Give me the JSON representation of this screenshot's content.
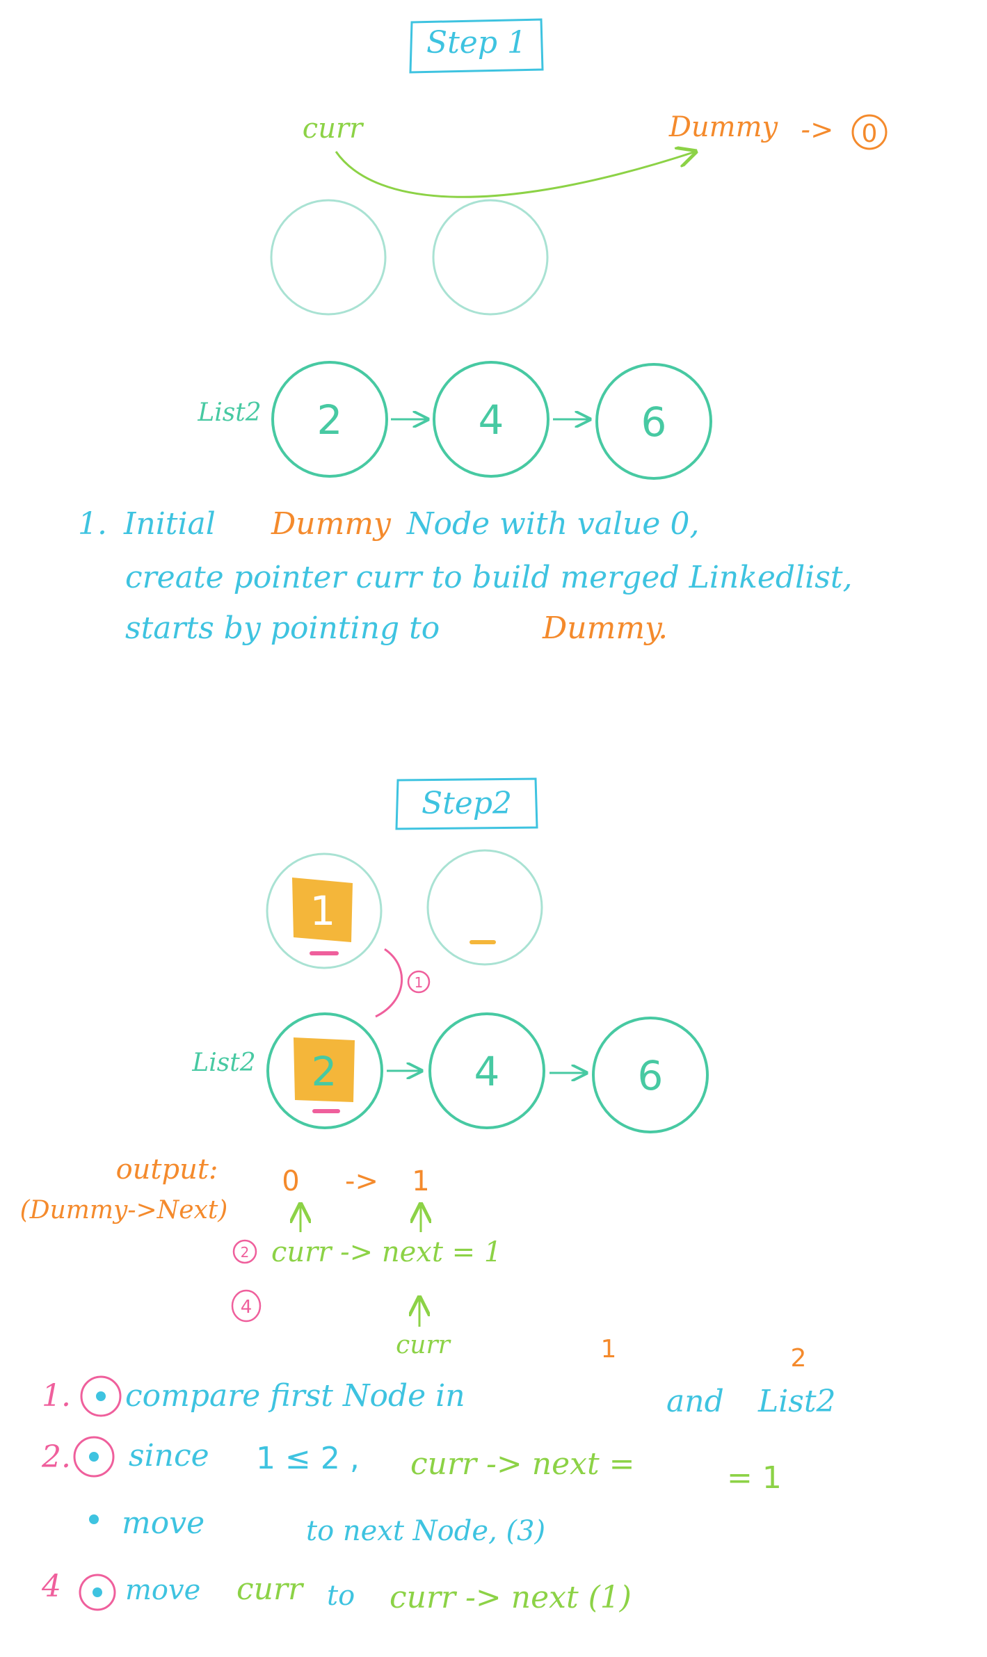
{
  "colors": {
    "blue": "#3ec3e0",
    "orange": "#f48a2c",
    "green": "#8cd246",
    "teal": "#47c9a2",
    "teal_light": "#a9e2d3",
    "pink": "#ef5f9c",
    "yellow": "#f4b63a"
  },
  "step1": {
    "title": "Step 1",
    "curr_label": "curr",
    "dummy_label": "Dummy",
    "dummy_arrow": "->",
    "dummy_value": "0",
    "list2_label": "List2",
    "list2_nodes": [
      "2",
      "4",
      "6"
    ],
    "note": {
      "n": "1.",
      "w_initial": "Initial",
      "w_dummy": "Dummy",
      "w_rest1": "Node with value 0,",
      "line2": "create pointer curr to build merged Linkedlist,",
      "w_starts": "starts by pointing to",
      "w_dummy2": "Dummy."
    }
  },
  "step2": {
    "title": "Step2",
    "list1_nodes": [
      "1",
      "-"
    ],
    "compare_mark": "1",
    "list2_label": "List2",
    "list2_nodes": [
      "2",
      "4",
      "6"
    ],
    "output_label": "output:",
    "dummy_next_label": "(Dummy->Next)",
    "output_values": [
      "0",
      "->",
      "1"
    ],
    "marker2": "2",
    "curr_next_text": "curr -> next = 1",
    "marker4": "4",
    "curr_below": "curr",
    "bullets": {
      "b1_num": "1.",
      "b1_text": "compare first Node in",
      "b1_small_1": "1",
      "b1_and": "and",
      "b1_list2": "List2",
      "b1_small_2": "2",
      "b2_num": "2.",
      "b2_text": "since",
      "b2_cmp": "1 ≤ 2 ,",
      "b2_curr": "curr -> next =",
      "b2_eq": "= 1",
      "b3_text": "move",
      "b3_rest": "to next Node, (3)",
      "b4_num": "4",
      "b4_text": "move",
      "b4_curr": "curr",
      "b4_to": "to",
      "b4_next": "curr -> next (1)"
    }
  }
}
